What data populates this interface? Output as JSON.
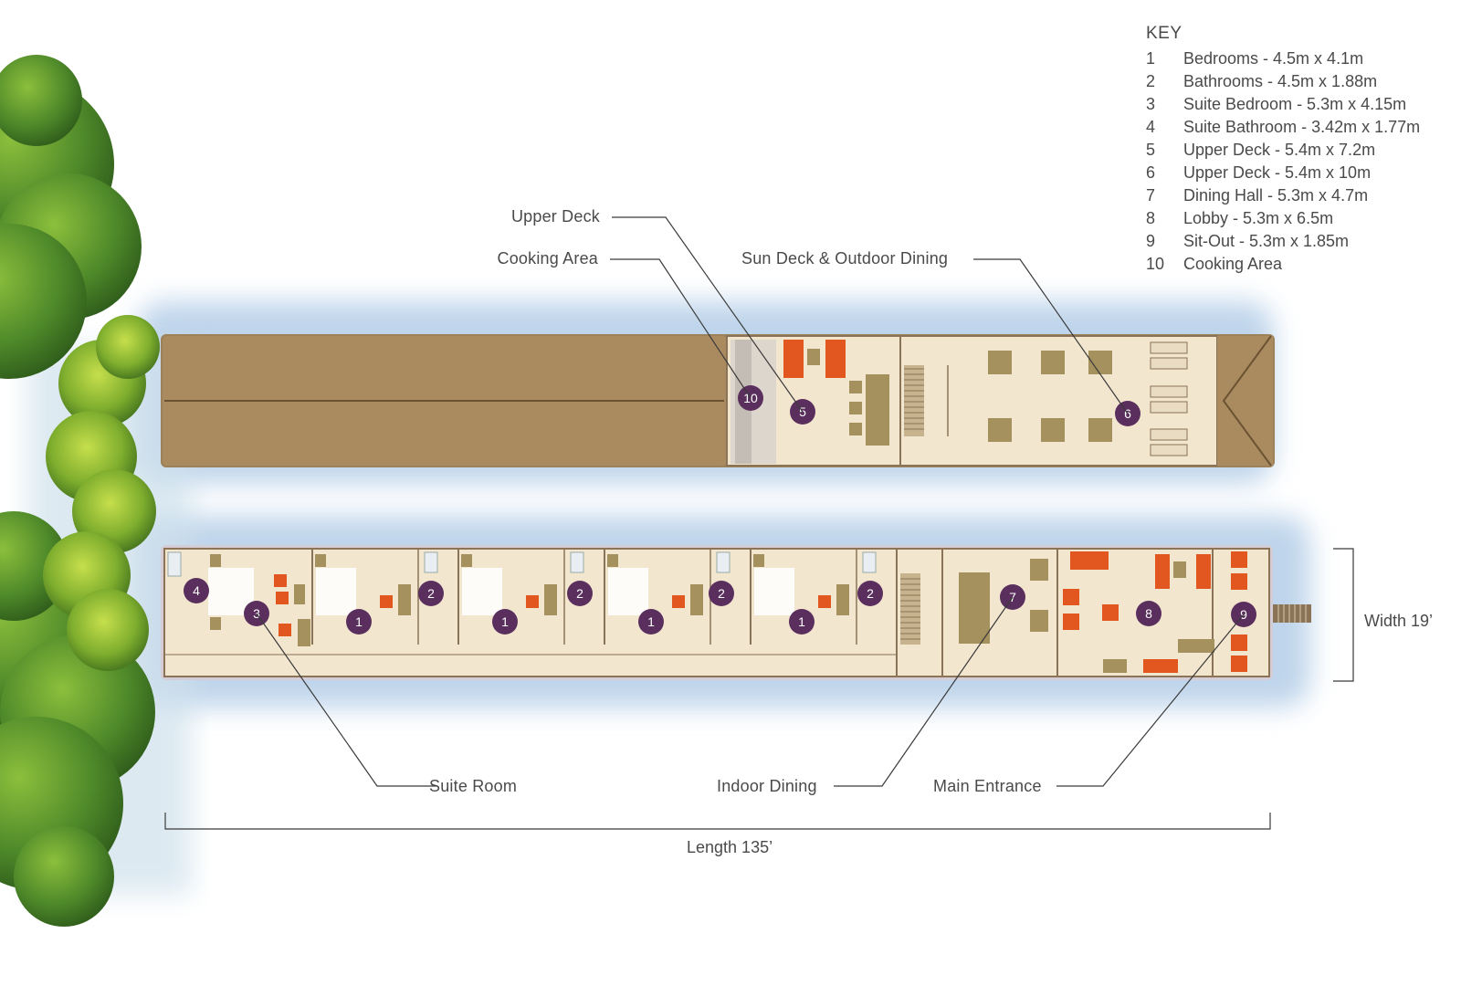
{
  "key": {
    "title": "KEY",
    "items": [
      {
        "num": "1",
        "text": "Bedrooms - 4.5m x 4.1m"
      },
      {
        "num": "2",
        "text": "Bathrooms - 4.5m x 1.88m"
      },
      {
        "num": "3",
        "text": "Suite Bedroom - 5.3m x 4.15m"
      },
      {
        "num": "4",
        "text": "Suite Bathroom - 3.42m x 1.77m"
      },
      {
        "num": "5",
        "text": "Upper Deck - 5.4m x 7.2m"
      },
      {
        "num": "6",
        "text": "Upper Deck - 5.4m x 10m"
      },
      {
        "num": "7",
        "text": "Dining Hall - 5.3m x 4.7m"
      },
      {
        "num": "8",
        "text": "Lobby - 5.3m x 6.5m"
      },
      {
        "num": "9",
        "text": "Sit-Out - 5.3m  x 1.85m"
      },
      {
        "num": "10",
        "text": "Cooking Area"
      }
    ]
  },
  "callouts": {
    "upper_deck": "Upper Deck",
    "cooking_area": "Cooking Area",
    "sun_deck": "Sun Deck & Outdoor Dining",
    "suite_room": "Suite Room",
    "indoor_dining": "Indoor Dining",
    "main_entrance": "Main Entrance"
  },
  "dimensions": {
    "width": "Width 19’",
    "length": "Length 135’"
  },
  "badges": {
    "upper": [
      "10",
      "5",
      "6"
    ],
    "lower_suite": [
      "4",
      "3"
    ],
    "bedrooms": [
      "1",
      "1",
      "1",
      "1"
    ],
    "bathrooms": [
      "2",
      "2",
      "2",
      "2"
    ],
    "public": [
      "7",
      "8",
      "9"
    ]
  },
  "colors": {
    "badge": "#5a2f5e",
    "floor": "#f3e6cf",
    "roof": "#a98b5f",
    "water": "#bcd3ea",
    "furniture": "#a4915e",
    "accent": "#e2561f",
    "foliage": "#4f8a2a"
  }
}
